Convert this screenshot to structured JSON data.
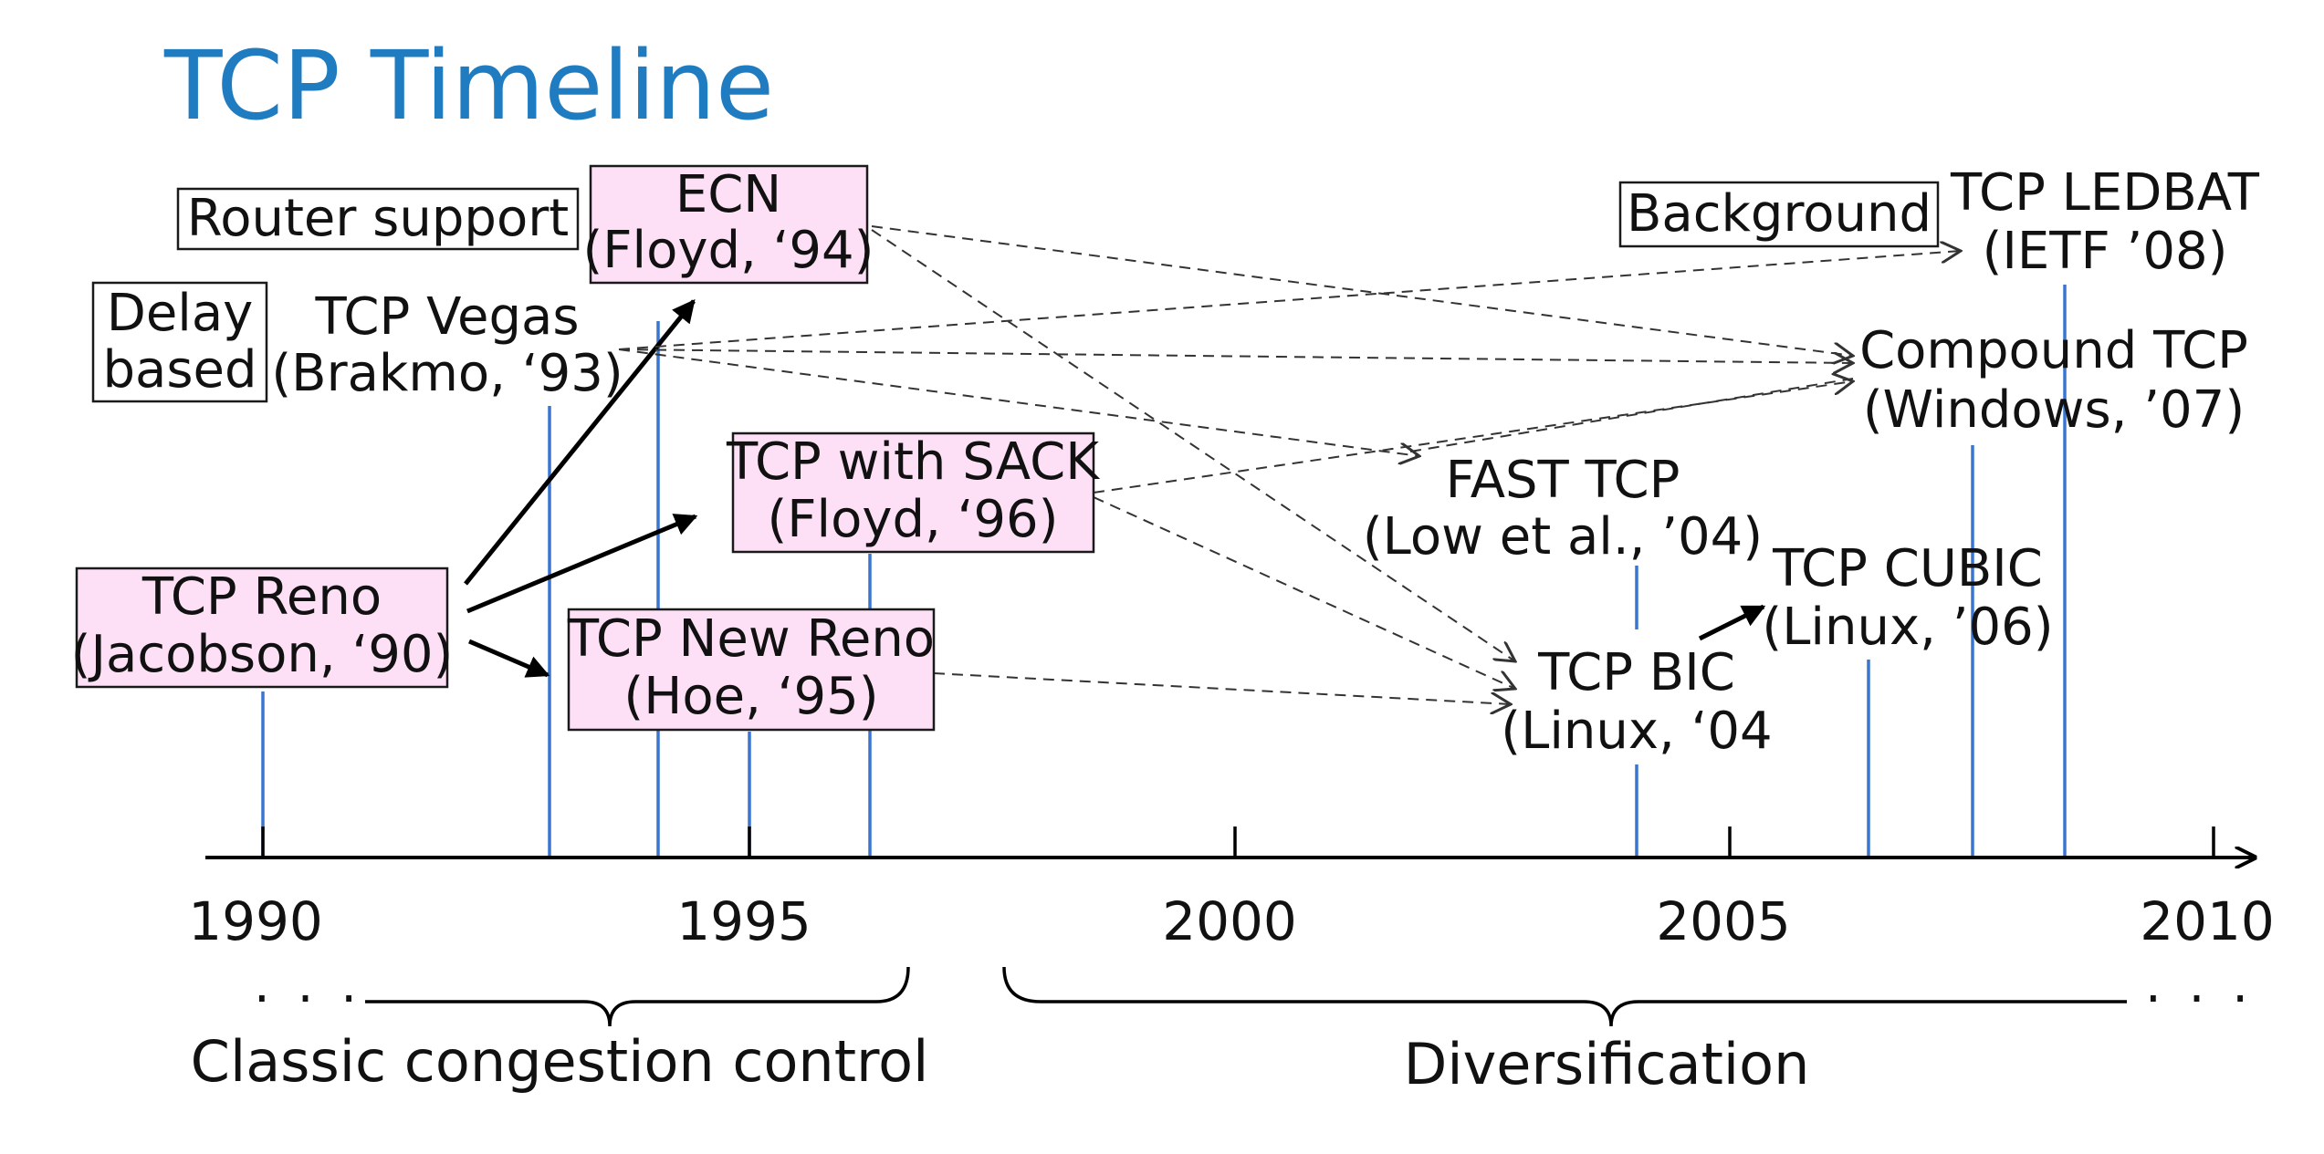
{
  "title": "TCP Timeline",
  "axis": {
    "years": [
      "1990",
      "1995",
      "2000",
      "2005",
      "2010"
    ],
    "left_ellipsis": ". . .",
    "right_ellipsis": ". . ."
  },
  "categories": {
    "router_support": "Router support",
    "delay_based": [
      "Delay",
      "based"
    ],
    "background": "Background"
  },
  "events": {
    "reno": [
      "TCP Reno",
      "(Jacobson, ‘90)"
    ],
    "vegas": [
      "TCP Vegas",
      "(Brakmo, ‘93)"
    ],
    "ecn": [
      "ECN",
      "(Floyd, ‘94)"
    ],
    "new_reno": [
      "TCP New Reno",
      "(Hoe, ‘95)"
    ],
    "sack": [
      "TCP with SACK",
      "(Floyd, ‘96)"
    ],
    "fast": [
      "FAST TCP",
      "(Low et al., ’04)"
    ],
    "bic": [
      "TCP BIC",
      "(Linux, ‘04"
    ],
    "cubic": [
      "TCP CUBIC",
      "(Linux, ’06)"
    ],
    "compound": [
      "Compound TCP",
      "(Windows, ’07)"
    ],
    "ledbat": [
      "TCP LEDBAT",
      "(IETF ’08)"
    ]
  },
  "eras": {
    "classic": "Classic congestion control",
    "diversification": "Diversification"
  },
  "colors": {
    "title": "#1f7cc1",
    "box_fill": "#fde0f6",
    "timeline_marker": "#3a76d0"
  }
}
